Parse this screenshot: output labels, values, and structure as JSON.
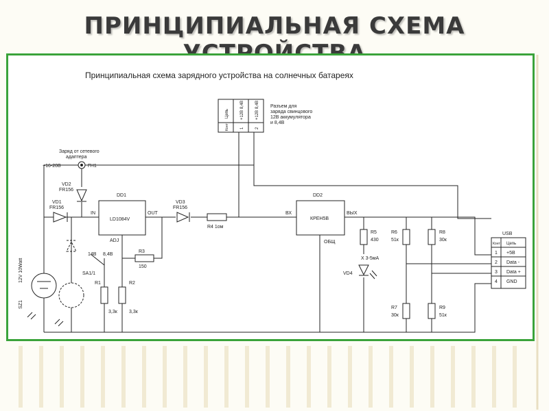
{
  "slide": {
    "title": "ПРИНЦИПИАЛЬНАЯ СХЕМА УСТРОЙСТВА",
    "accent_color": "#3aa33a",
    "stripe_color": "#f4eedc"
  },
  "schematic": {
    "title": "Принципиальная схема зарядного устройства на солнечных батареях",
    "connector_top": {
      "cols": [
        "Цепь",
        "+12В 8,4В",
        "+12В 8,4В"
      ],
      "pins": [
        "Конт",
        "1",
        "2"
      ],
      "note": [
        "Разъем для",
        "заряда свинцового",
        "12В аккумулятора",
        "и 8,4В"
      ]
    },
    "adapter_note": [
      "Заряд от сетевого",
      "адаптера"
    ],
    "input_label": "+16-20В",
    "gn1": "ГН1",
    "vd2": [
      "VD2",
      "FR156"
    ],
    "vd1": [
      "VD1",
      "FR156"
    ],
    "vd3": [
      "VD3",
      "FR156"
    ],
    "dd1": {
      "name": "DD1",
      "chip": "LD1084V",
      "in": "IN",
      "out": "OUT",
      "adj": "ADJ"
    },
    "dd2": {
      "name": "DD2",
      "chip": "КРЕН5В",
      "in": "ВХ",
      "out": "ВЫХ",
      "gnd": "ОБЩ"
    },
    "r4": "R4 1ом",
    "r3": [
      "R3",
      "150"
    ],
    "switch": {
      "name": "SA1/1",
      "pos1": "14В",
      "pos2": "8,4В"
    },
    "r1": [
      "R1",
      "3,3к"
    ],
    "r2": [
      "R2",
      "3,3к"
    ],
    "r5": [
      "R5",
      "430"
    ],
    "r6": [
      "R6",
      "51к"
    ],
    "r7": [
      "R7",
      "30к"
    ],
    "r8": [
      "R8",
      "30к"
    ],
    "r9": [
      "R9",
      "51к"
    ],
    "vd4": "VD4",
    "current": "Х 3-5мА",
    "solar": [
      "SZ1",
      "12V 10Watt"
    ],
    "usb": {
      "title": "USB",
      "header": [
        "Конт",
        "Цепь"
      ],
      "rows": [
        {
          "pin": "1",
          "net": "+5В"
        },
        {
          "pin": "2",
          "net": "Data -"
        },
        {
          "pin": "3",
          "net": "Data +"
        },
        {
          "pin": "4",
          "net": "GND"
        }
      ]
    }
  }
}
